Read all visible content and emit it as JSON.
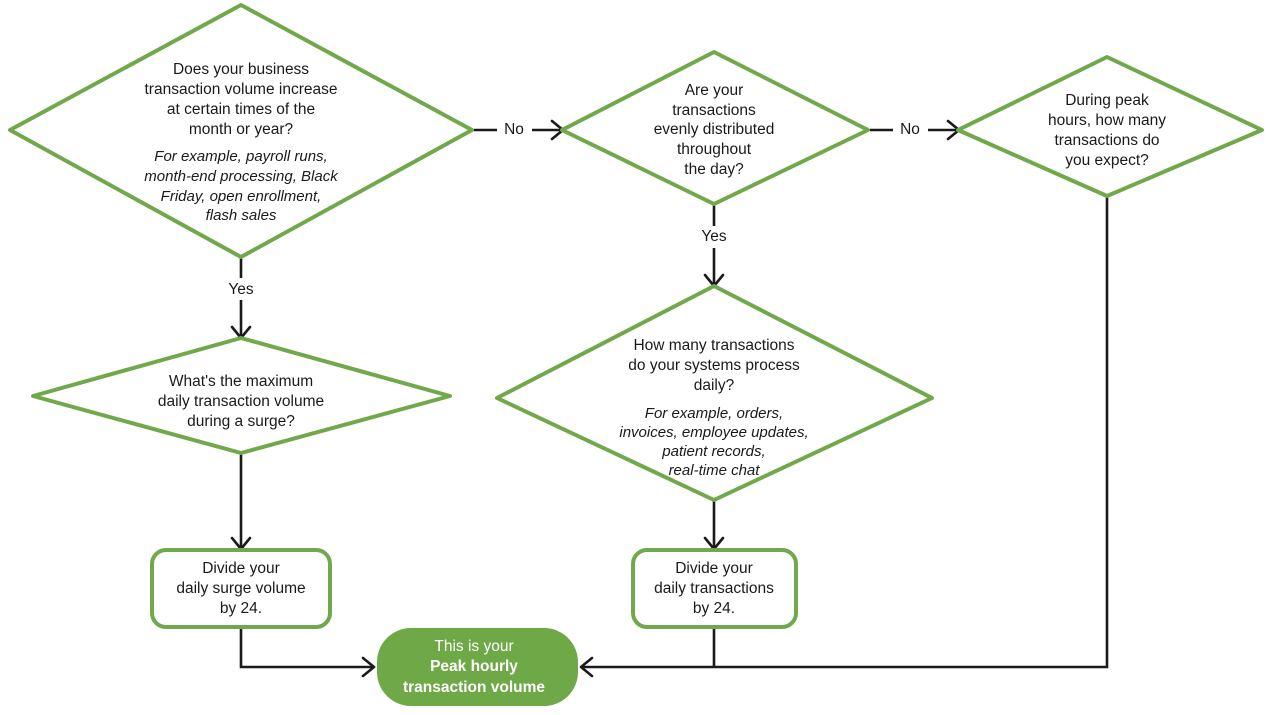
{
  "diagram": {
    "type": "flowchart",
    "title_visible": false,
    "colors": {
      "shape_stroke": "#70a84b",
      "terminal_fill": "#6fa846",
      "connector": "#1a1a1a",
      "text": "#1a1a1a",
      "terminal_text": "#ffffff",
      "background": "#ffffff"
    },
    "nodes": [
      {
        "id": "q-seasonal",
        "shape": "diamond",
        "lines": [
          "Does your business",
          "transaction volume increase",
          "at certain times of the",
          "month or year?"
        ],
        "note_lines": [
          "For example, payroll runs,",
          "month-end processing, Black",
          "Friday, open enrollment,",
          "flash sales"
        ]
      },
      {
        "id": "q-even-distribution",
        "shape": "diamond",
        "lines": [
          "Are your",
          "transactions",
          "evenly distributed",
          "throughout",
          "the day?"
        ],
        "note_lines": []
      },
      {
        "id": "q-peak-hours",
        "shape": "diamond",
        "lines": [
          "During peak",
          "hours, how many",
          "transactions do",
          "you expect?"
        ],
        "note_lines": []
      },
      {
        "id": "q-max-surge",
        "shape": "diamond",
        "lines": [
          "What's the maximum",
          "daily transaction volume",
          "during a surge?"
        ],
        "note_lines": []
      },
      {
        "id": "q-daily-volume",
        "shape": "diamond",
        "lines": [
          "How many transactions",
          "do your systems process",
          "daily?"
        ],
        "note_lines": [
          "For example, orders,",
          "invoices, employee updates,",
          "patient records,",
          "real-time chat"
        ]
      },
      {
        "id": "action-divide-surge",
        "shape": "rounded-rect",
        "lines": [
          "Divide your",
          "daily surge volume",
          "by 24."
        ],
        "note_lines": []
      },
      {
        "id": "action-divide-daily",
        "shape": "rounded-rect",
        "lines": [
          "Divide your",
          "daily transactions",
          "by 24."
        ],
        "note_lines": []
      },
      {
        "id": "result-peak-hourly",
        "shape": "pill",
        "lines": [
          "This is your"
        ],
        "bold_lines": [
          "Peak hourly",
          "transaction volume"
        ],
        "note_lines": []
      }
    ],
    "edges": [
      {
        "id": "edge-seasonal-no",
        "from": "q-seasonal",
        "to": "q-even-distribution",
        "label": "No"
      },
      {
        "id": "edge-even-no",
        "from": "q-even-distribution",
        "to": "q-peak-hours",
        "label": "No"
      },
      {
        "id": "edge-seasonal-yes",
        "from": "q-seasonal",
        "to": "q-max-surge",
        "label": "Yes"
      },
      {
        "id": "edge-even-yes",
        "from": "q-even-distribution",
        "to": "q-daily-volume",
        "label": "Yes"
      },
      {
        "id": "edge-surge-action",
        "from": "q-max-surge",
        "to": "action-divide-surge",
        "label": ""
      },
      {
        "id": "edge-daily-action",
        "from": "q-daily-volume",
        "to": "action-divide-daily",
        "label": ""
      },
      {
        "id": "edge-surge-result",
        "from": "action-divide-surge",
        "to": "result-peak-hourly",
        "label": ""
      },
      {
        "id": "edge-daily-result",
        "from": "action-divide-daily",
        "to": "result-peak-hourly",
        "label": ""
      },
      {
        "id": "edge-peakhours-result",
        "from": "q-peak-hours",
        "to": "result-peak-hourly",
        "label": ""
      }
    ]
  }
}
